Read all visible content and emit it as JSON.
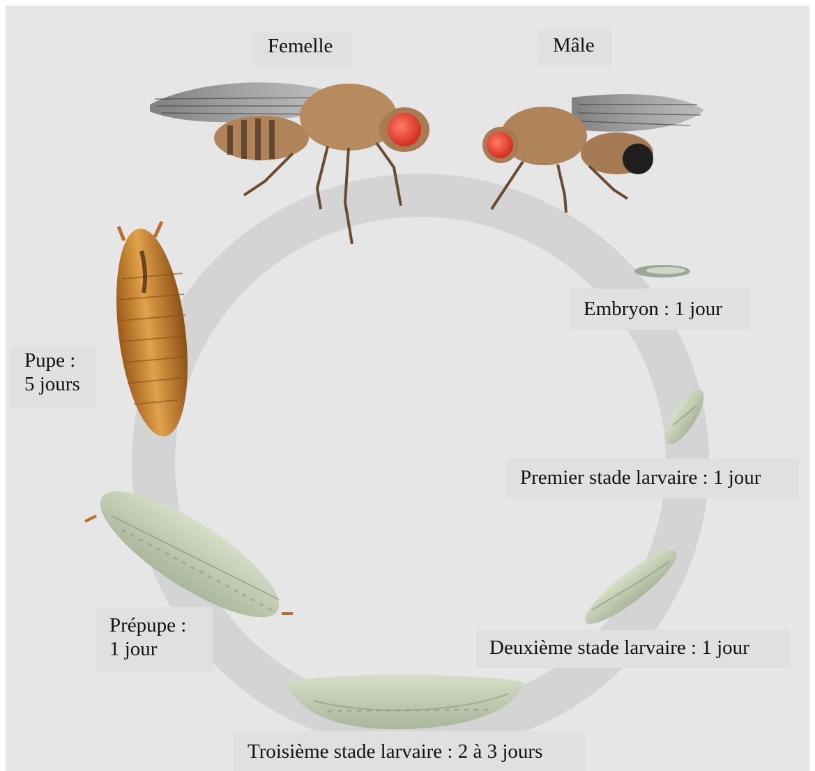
{
  "labels": {
    "femelle": "Femelle",
    "male": "Mâle",
    "embryon": "Embryon : 1 jour",
    "premier_stade": "Premier stade larvaire : 1 jour",
    "deuxieme_stade": "Deuxième stade larvaire : 1 jour",
    "troisieme_stade": "Troisième stade larvaire : 2 à 3 jours",
    "prepupe": [
      "Prépupe :",
      "1 jour"
    ],
    "pupe": [
      "Pupe :",
      "5 jours"
    ]
  },
  "icons": {
    "female_fly": "fruit-fly-female-icon",
    "male_fly": "fruit-fly-male-icon",
    "embryo": "embryo-icon",
    "larva_first": "larva-first-instar-icon",
    "larva_second": "larva-second-instar-icon",
    "larva_third": "larva-third-instar-icon",
    "prepupa": "prepupa-icon",
    "pupa": "pupa-icon"
  },
  "colors": {
    "background": "#e6e6e6",
    "cycle_ring": "#d4d4d4",
    "label_box": "#e0e0e0",
    "fly_body": "#b0845a",
    "fly_eye": "#e8412f",
    "larva": "#c2cdb4",
    "pupa": "#c7862f"
  }
}
